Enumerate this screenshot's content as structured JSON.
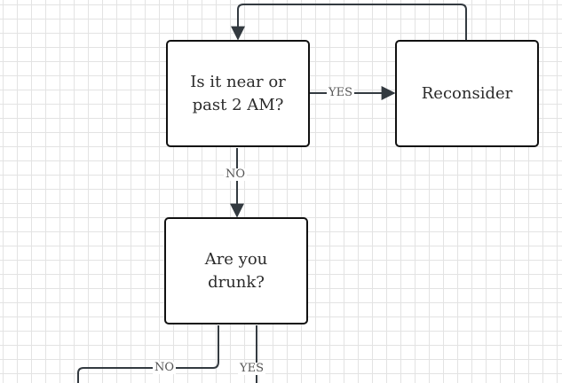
{
  "nodes": {
    "near_2am": {
      "label": "Is it near or past 2 AM?"
    },
    "reconsider": {
      "label": "Reconsider"
    },
    "drunk": {
      "label": "Are you drunk?"
    }
  },
  "edges": {
    "near_2am_yes": {
      "label": "YES"
    },
    "near_2am_no": {
      "label": "NO"
    },
    "drunk_no": {
      "label": "NO"
    },
    "drunk_yes": {
      "label": "YES"
    }
  },
  "colors": {
    "line": "#333a40",
    "border": "#111111",
    "text": "#2b2b2b",
    "grid": "#e3e3e3"
  }
}
